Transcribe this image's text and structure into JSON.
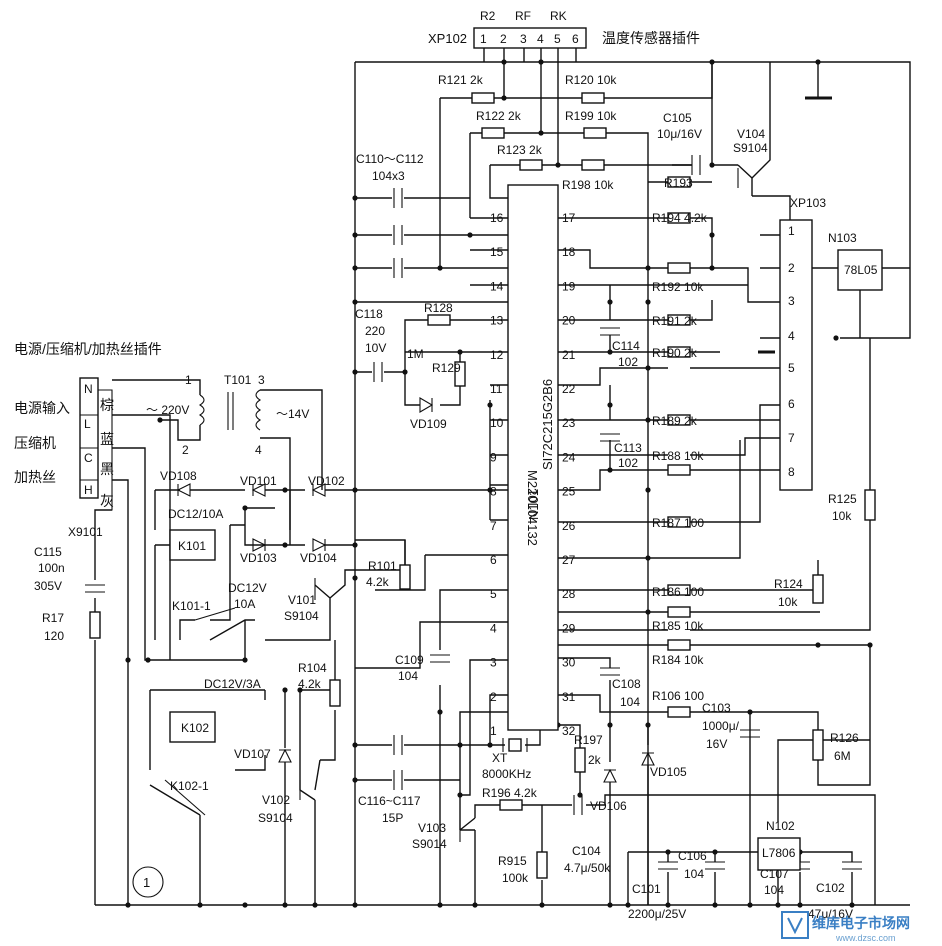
{
  "xp102": {
    "name": "XP102",
    "label": "温度传感器插件",
    "top_labels": [
      "R2",
      "RF",
      "RK"
    ],
    "pins": [
      "1",
      "2",
      "3",
      "4",
      "5",
      "6"
    ]
  },
  "left_panel": {
    "title": "电源/压缩机/加热丝插件",
    "rows": [
      "电源输入",
      "压缩机",
      "加热丝"
    ],
    "terminals": [
      "N",
      "L",
      "C",
      "H"
    ],
    "wire_colors": [
      "棕",
      "蓝",
      "黑",
      "灰"
    ],
    "connector": "X9101"
  },
  "chip": {
    "name": "N101",
    "part1": "SI72C215G2B6",
    "part2": "M220L04132",
    "left_pins": [
      "16",
      "15",
      "14",
      "13",
      "12",
      "11",
      "10",
      "9",
      "8",
      "7",
      "6",
      "5",
      "4",
      "3",
      "2",
      "1"
    ],
    "right_pins": [
      "17",
      "18",
      "19",
      "20",
      "21",
      "22",
      "23",
      "24",
      "25",
      "26",
      "27",
      "28",
      "29",
      "30",
      "31",
      "32"
    ]
  },
  "xp103": {
    "name": "XP103",
    "pins": [
      "1",
      "2",
      "3",
      "4",
      "5",
      "6",
      "7",
      "8"
    ]
  },
  "labels": {
    "r121": "R121  2k",
    "r120": "R120  10k",
    "r122": "R122  2k",
    "r199": "R199  10k",
    "r123": "R123  2k",
    "r198": "R198  10k",
    "r193": "R193",
    "c105a": "C105",
    "c105b": "10μ/16V",
    "v104a": "V104",
    "v104b": "S9104",
    "c110a": "C110～C112",
    "c110b": "104x3",
    "r194": "R194  4.2k",
    "r192": "R192  10k",
    "r191": "R191  2k",
    "r190": "R190  2k",
    "r189": "R189  2k",
    "r188": "R188  10k",
    "r187": "R187  100",
    "r186": "R186  100",
    "r185": "R185  10k",
    "r184": "R184  10k",
    "r106": "R106  100",
    "n103": "N103",
    "n103p": "78L05",
    "c114a": "C114",
    "c114b": "102",
    "c113a": "C113",
    "c113b": "102",
    "c118a": "C118",
    "c118b": "220",
    "c118c": "10V",
    "r128": "R128",
    "m1": "1M",
    "r129": "R129",
    "vd109": "VD109",
    "t101": "T101",
    "t1": "1",
    "t3": "3",
    "t2": "2",
    "t4": "4",
    "v220": "～ 220V",
    "v14": "～14V",
    "vd108": "VD108",
    "vd101": "VD101",
    "vd102": "VD102",
    "vd103": "VD103",
    "vd104": "VD104",
    "dc12a": "DC12/10A",
    "k101": "K101",
    "r101a": "R101",
    "r101b": "4.2k",
    "v101a": "V101",
    "v101b": "S9104",
    "k1011": "K101-1",
    "dc12b": "DC12V",
    "a10": "10A",
    "c115a": "C115",
    "c115b": "100n",
    "c115c": "305V",
    "r17a": "R17",
    "r17b": "120",
    "r104a": "R104",
    "r104b": "4.2k",
    "dc12c": "DC12V/3A",
    "k102": "K102",
    "vd107": "VD107",
    "v102a": "V102",
    "v102b": "S9104",
    "k1021": "K102-1",
    "c109a": "C109",
    "c109b": "104",
    "c108a": "C108",
    "c108b": "104",
    "c103a": "C103",
    "c103b": "1000μ/",
    "c103c": "16V",
    "r126a": "R126",
    "r126b": "6M",
    "r125a": "R125",
    "r125b": "10k",
    "r124a": "R124",
    "r124b": "10k",
    "xta": "XT",
    "xtb": "8000KHz",
    "r197a": "R197",
    "r197b": "2k",
    "vd105": "VD105",
    "vd106": "VD106",
    "c116a": "C116~C117",
    "c116b": "15P",
    "r196": "R196  4.2k",
    "v103a": "V103",
    "v103b": "S9014",
    "r915a": "R915",
    "r915b": "100k",
    "c104a": "C104",
    "c104b": "4.7μ/50k",
    "n102": "N102",
    "l7806": "L7806",
    "c106a": "C106",
    "c106b": "104",
    "c107a": "C107",
    "c107b": "104",
    "c101a": "C101",
    "c101b": "2200μ/25V",
    "c102a": "C102",
    "c102b": "47μ/16V",
    "fig": "1",
    "watermark": "维库电子市场网",
    "watermark_url": "www.dzsc.com"
  }
}
